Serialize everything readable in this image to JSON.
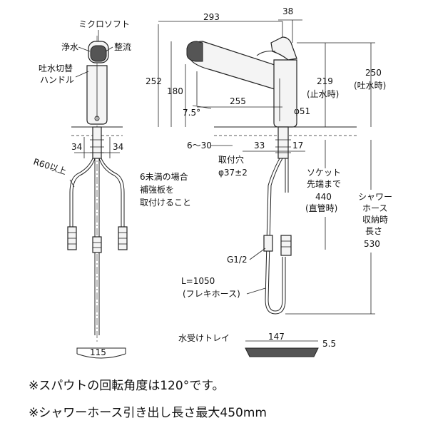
{
  "front_view": {
    "micro_soft": "ミクロソフト",
    "purified": "浄水",
    "regular": "整流",
    "handle_line1": "吐水切替",
    "handle_line2": "ハンドル",
    "dim_left": "34",
    "dim_right": "34",
    "radius": "R60以上",
    "plate_note_line1": "6未満の場合",
    "plate_note_line2": "補強板を",
    "plate_note_line3": "取付けること",
    "base_width": "115"
  },
  "side_view": {
    "dim_293": "293",
    "dim_38": "38",
    "dim_252": "252",
    "dim_180": "180",
    "dim_255": "255",
    "angle": "7.5°",
    "phi51": "φ51",
    "dim_219": "219",
    "stop_water": "(止水時)",
    "dim_250": "250",
    "discharge": "(吐水時)",
    "thickness_range": "6〜30",
    "dim_33": "33",
    "dim_17": "17",
    "mount_hole_line1": "取付穴",
    "mount_hole_line2": "φ37±2",
    "socket_line1": "ソケット",
    "socket_line2": "先端まで",
    "socket_line3": "440",
    "socket_line4": "(直管時)",
    "shower_line1": "シャワー",
    "shower_line2": "ホース",
    "shower_line3": "収納時",
    "shower_line4": "長さ",
    "shower_line5": "530",
    "thread": "G1/2",
    "hose_length_line1": "L=1050",
    "hose_length_line2": "(フレキホース)",
    "tray_label": "水受けトレイ",
    "tray_width": "147",
    "tray_height": "5.5"
  },
  "notes": {
    "line1": "※スパウトの回転角度は120°です。",
    "line2": "※シャワーホース引き出し長さ最大450mm"
  }
}
